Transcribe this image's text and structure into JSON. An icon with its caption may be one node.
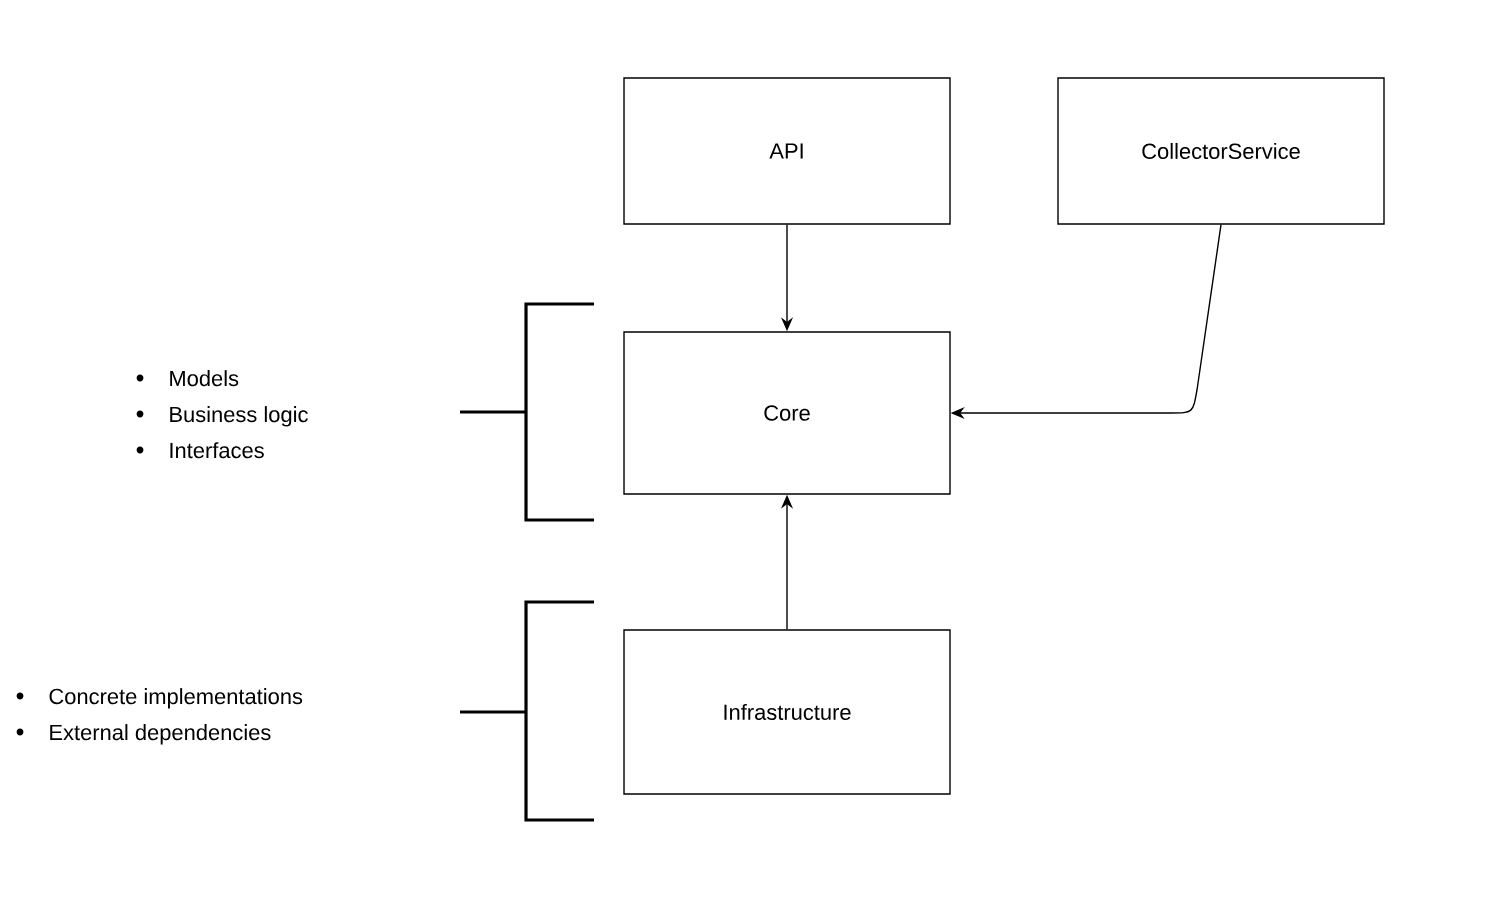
{
  "diagram": {
    "nodes": [
      {
        "text": [
          "API"
        ]
      },
      {
        "text": [
          "CollectorService"
        ]
      },
      {
        "text": [
          "Core"
        ]
      },
      {
        "text": [
          "Infrastructure"
        ]
      }
    ],
    "edges": [
      {
        "from": 0,
        "to": 2,
        "arrow": "to"
      },
      {
        "from": 1,
        "to": 2,
        "arrow": "to"
      },
      {
        "from": 3,
        "to": 2,
        "arrow": "to"
      }
    ],
    "labels": [
      "Models",
      "Business logic",
      "Interfaces",
      "Concrete implementations",
      "External dependencies"
    ]
  }
}
